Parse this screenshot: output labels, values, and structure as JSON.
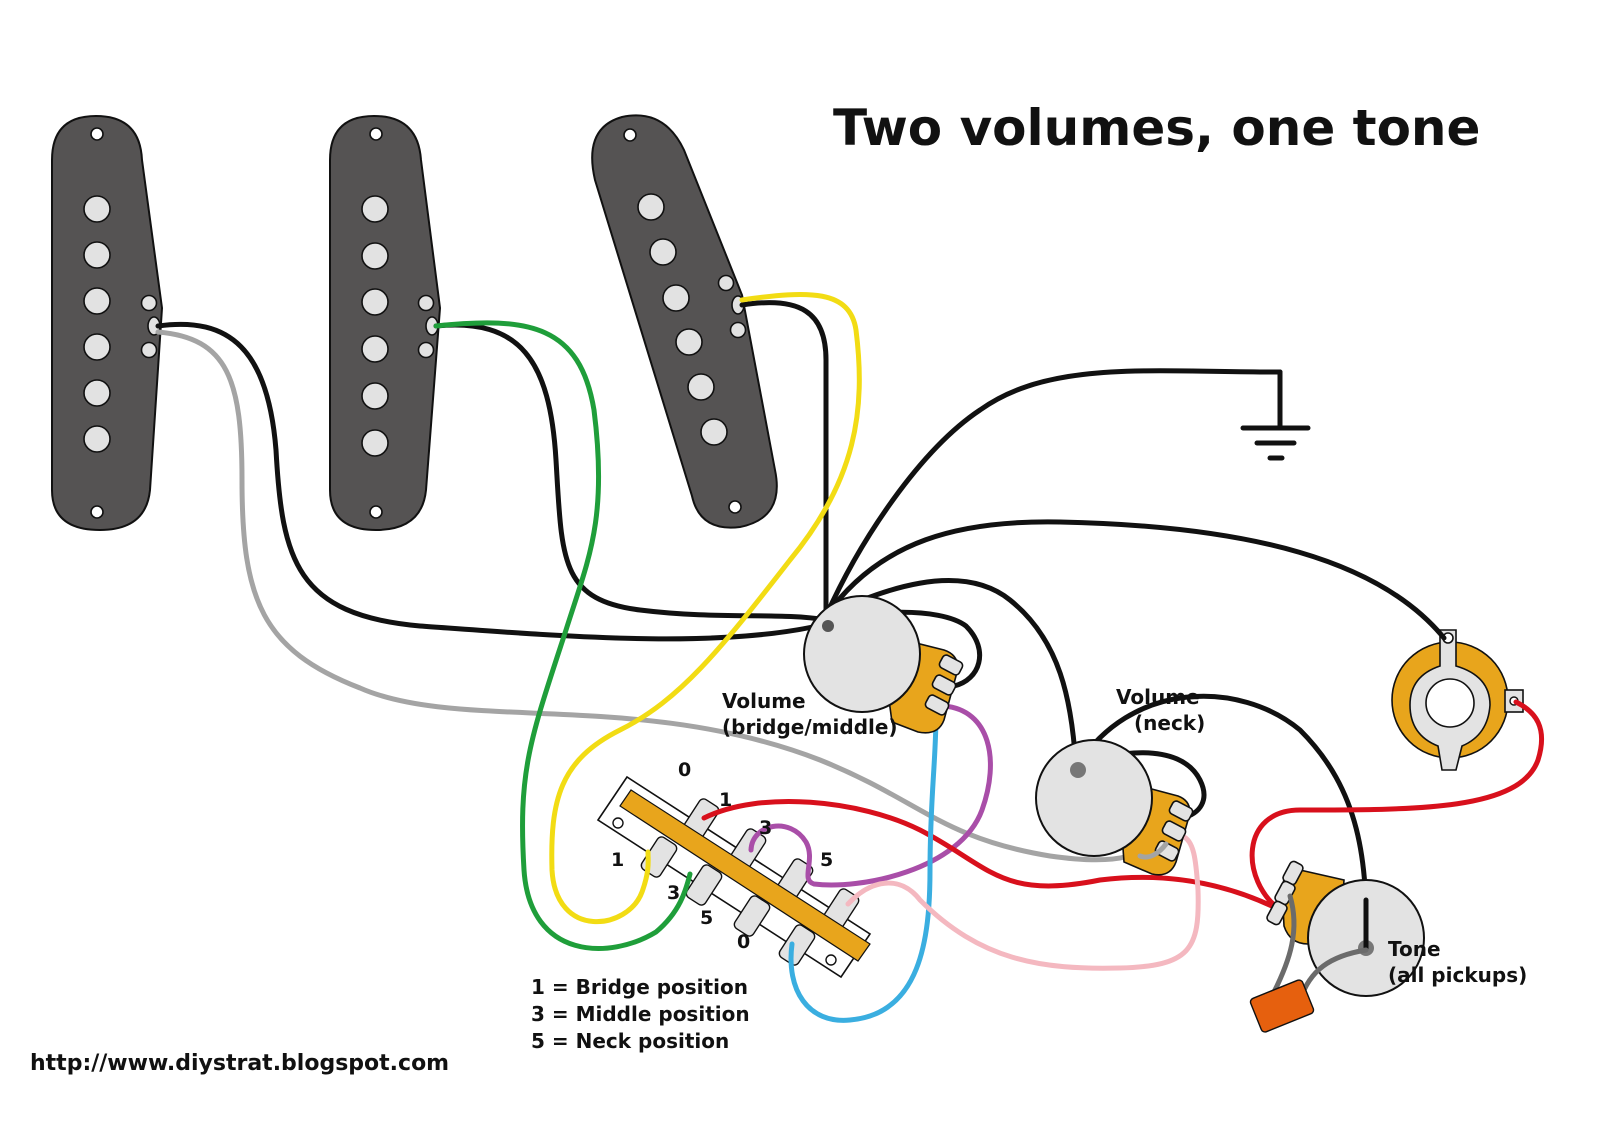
{
  "title": "Two volumes, one tone",
  "url": "http://www.diystrat.blogspot.com",
  "colors": {
    "pickup_plate": "#555353",
    "pole_piece": "#e2e2e2",
    "pot_body": "#e3e3e3",
    "pot_base": "#e8a51c",
    "switch_bar": "#e8a51c",
    "capacitor": "#e6600e",
    "wire_black": "#111111",
    "wire_gray": "#a4a4a4",
    "wire_green": "#1f9e3a",
    "wire_yellow": "#f2dc14",
    "wire_red": "#d8101c",
    "wire_purple": "#a94ea8",
    "wire_blue": "#3aaee0",
    "wire_pink": "#f4b8c0",
    "wire_darkgray": "#6b6b6b"
  },
  "components": {
    "neck_pickup": {
      "name": "Neck pickup",
      "hot_wire": "gray"
    },
    "middle_pickup": {
      "name": "Middle pickup",
      "hot_wire": "green"
    },
    "bridge_pickup": {
      "name": "Bridge pickup",
      "hot_wire": "yellow"
    },
    "volume_bridge_middle": {
      "label_line1": "Volume",
      "label_line2": "(bridge/middle)"
    },
    "volume_neck": {
      "label_line1": "Volume",
      "label_line2": "(neck)"
    },
    "tone": {
      "label_line1": "Tone",
      "label_line2": "(all pickups)"
    },
    "output_jack": {
      "name": "Output jack"
    },
    "ground": {
      "name": "Ground"
    },
    "capacitor": {
      "name": "Tone capacitor"
    }
  },
  "switch": {
    "top_labels": [
      "0",
      "1",
      "3",
      "5"
    ],
    "bottom_labels": [
      "1",
      "3",
      "5",
      "0"
    ]
  },
  "legend": [
    "1 = Bridge position",
    "3 = Middle position",
    "5 = Neck position"
  ]
}
